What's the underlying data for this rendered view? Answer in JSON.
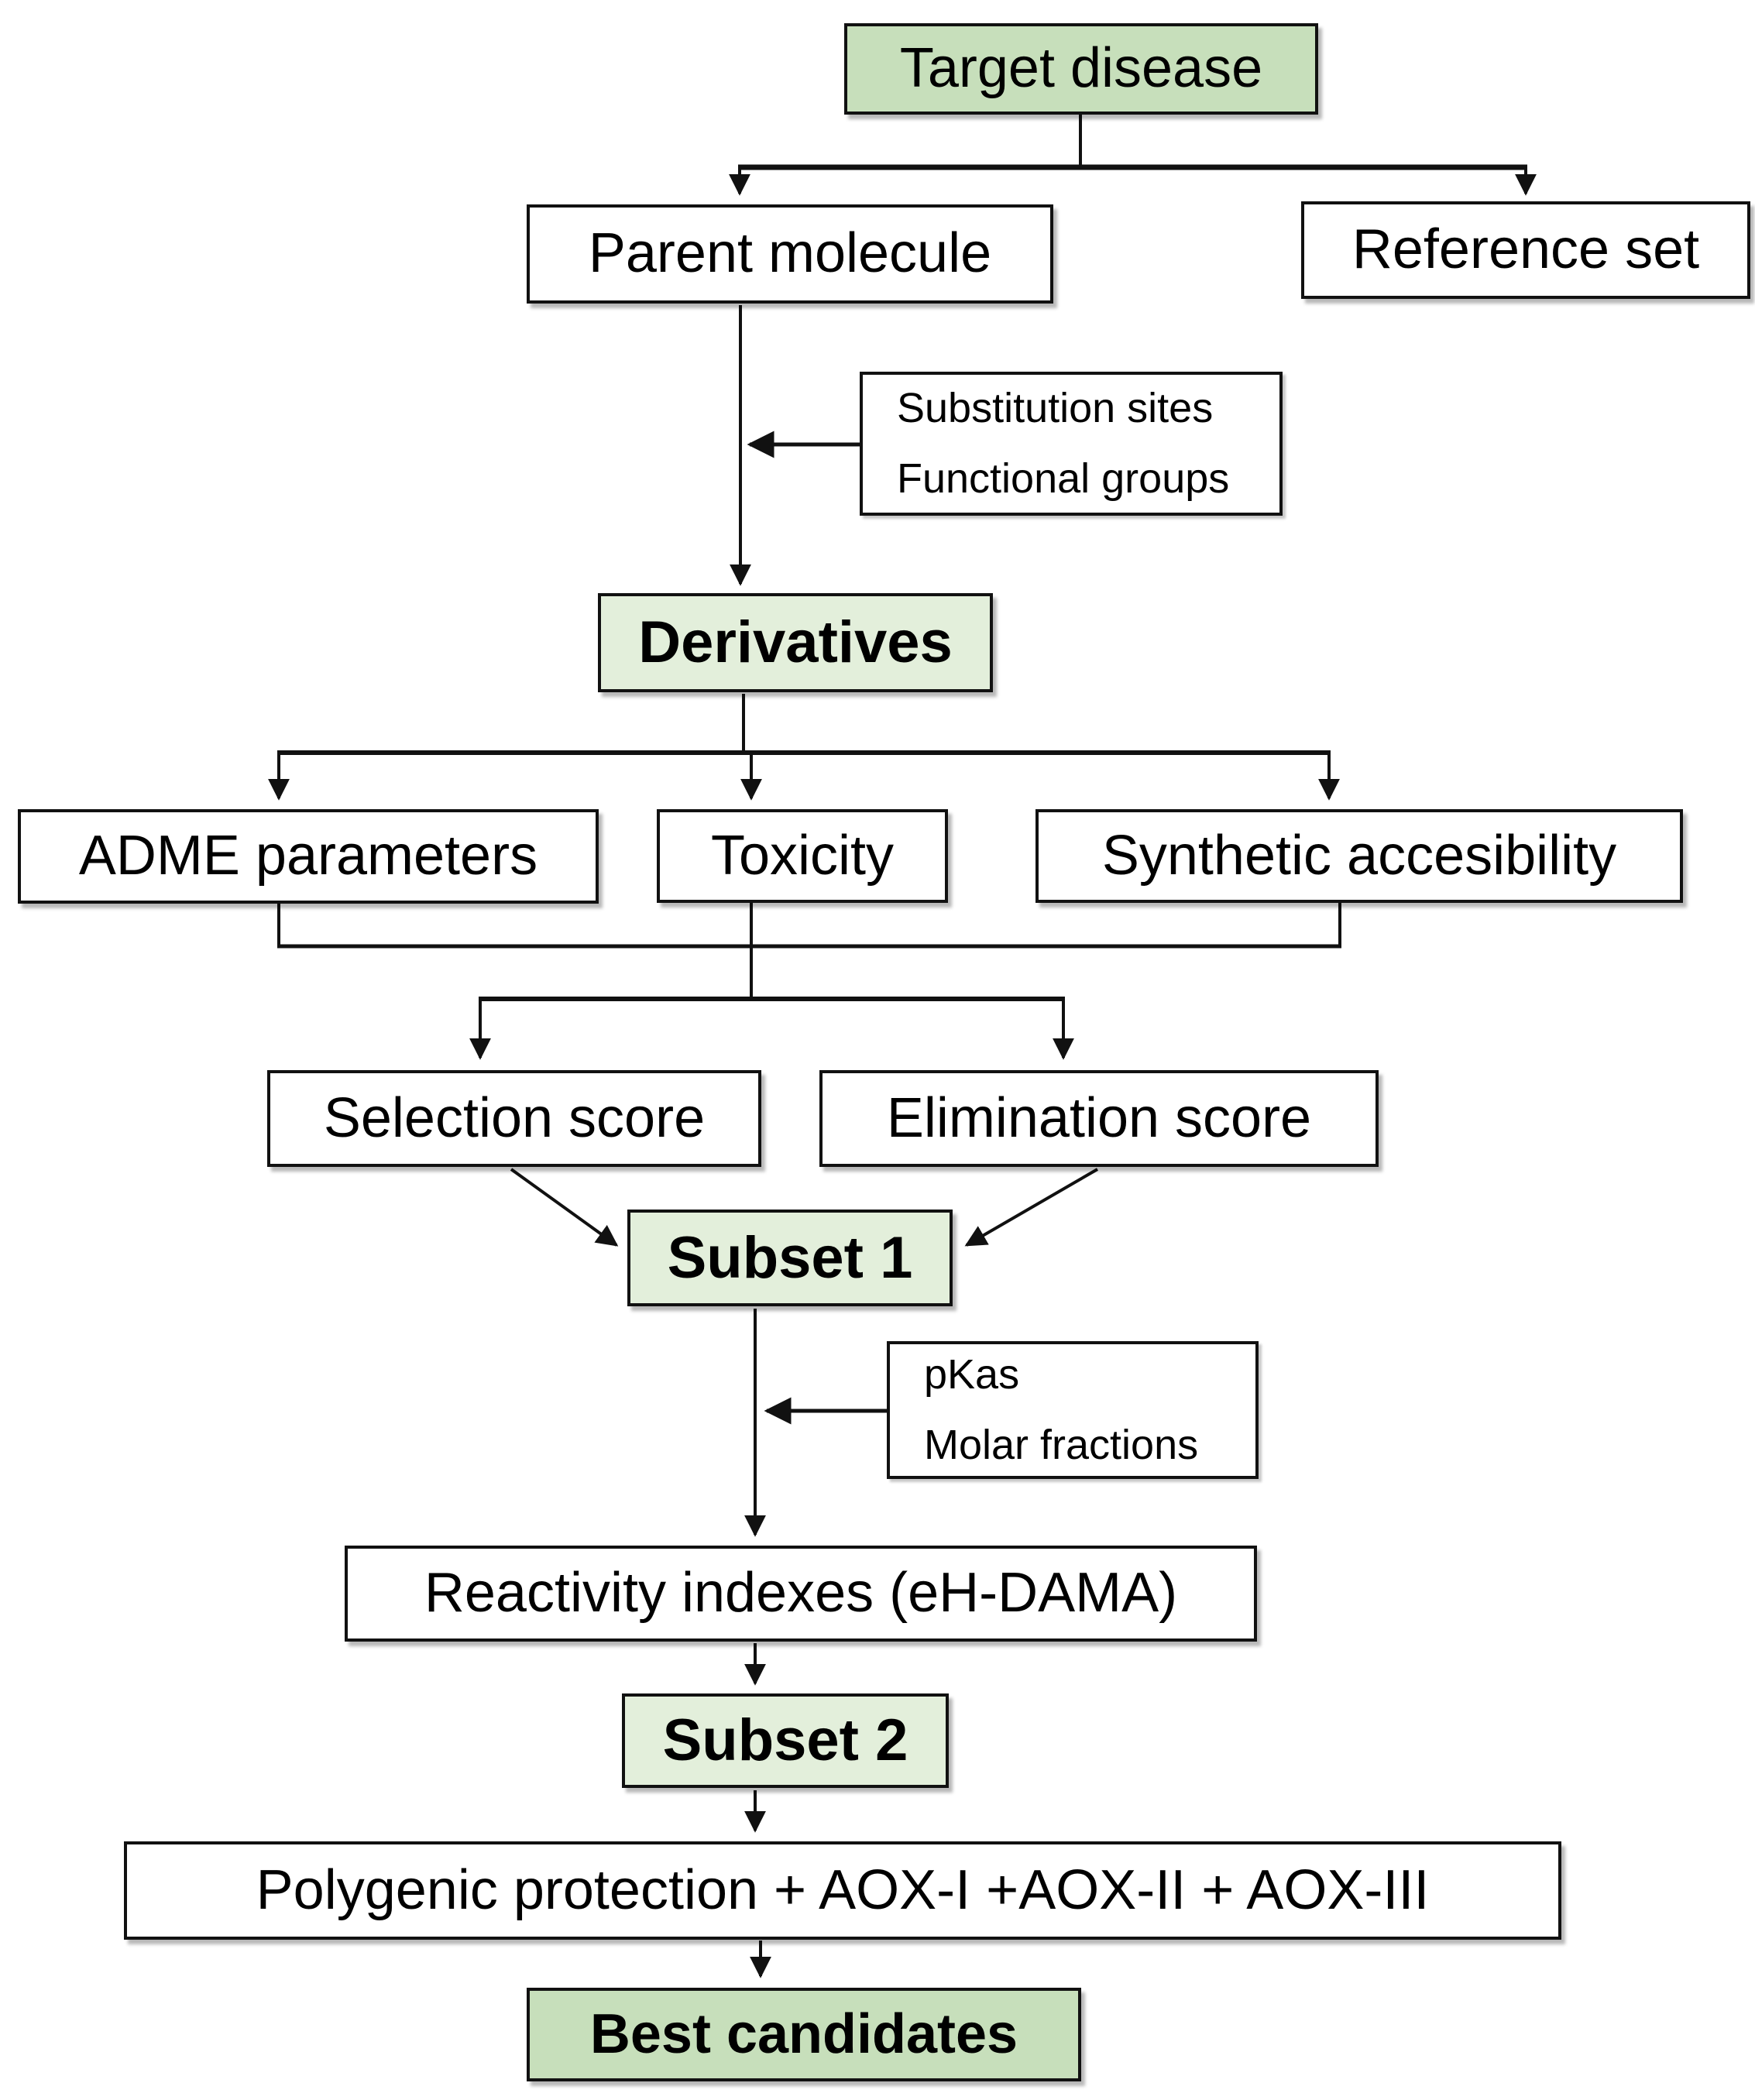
{
  "diagram": {
    "title": "Candidate selection workflow flowchart",
    "colors": {
      "node_green_strong": "#c7dfbb",
      "node_green_light": "#e3efdb",
      "node_white": "#ffffff",
      "border": "#111111",
      "connector": "#111111",
      "background": "#ffffff"
    },
    "nodes": {
      "target_disease": "Target disease",
      "parent_molecule": "Parent molecule",
      "reference_set": "Reference set",
      "substitution_note_line1": "Substitution sites",
      "substitution_note_line2": "Functional groups",
      "derivatives": "Derivatives",
      "adme_parameters": "ADME parameters",
      "toxicity": "Toxicity",
      "synthetic_accessibility": "Synthetic accesibility",
      "selection_score": "Selection score",
      "elimination_score": "Elimination score",
      "subset_1": "Subset 1",
      "pkas_note_line1": "pKas",
      "pkas_note_line2": "Molar fractions",
      "reactivity_indexes": "Reactivity indexes (eH-DAMA)",
      "subset_2": "Subset 2",
      "polygenic_protection": "Polygenic protection + AOX-I +AOX-II + AOX-III",
      "best_candidates": "Best candidates"
    }
  }
}
